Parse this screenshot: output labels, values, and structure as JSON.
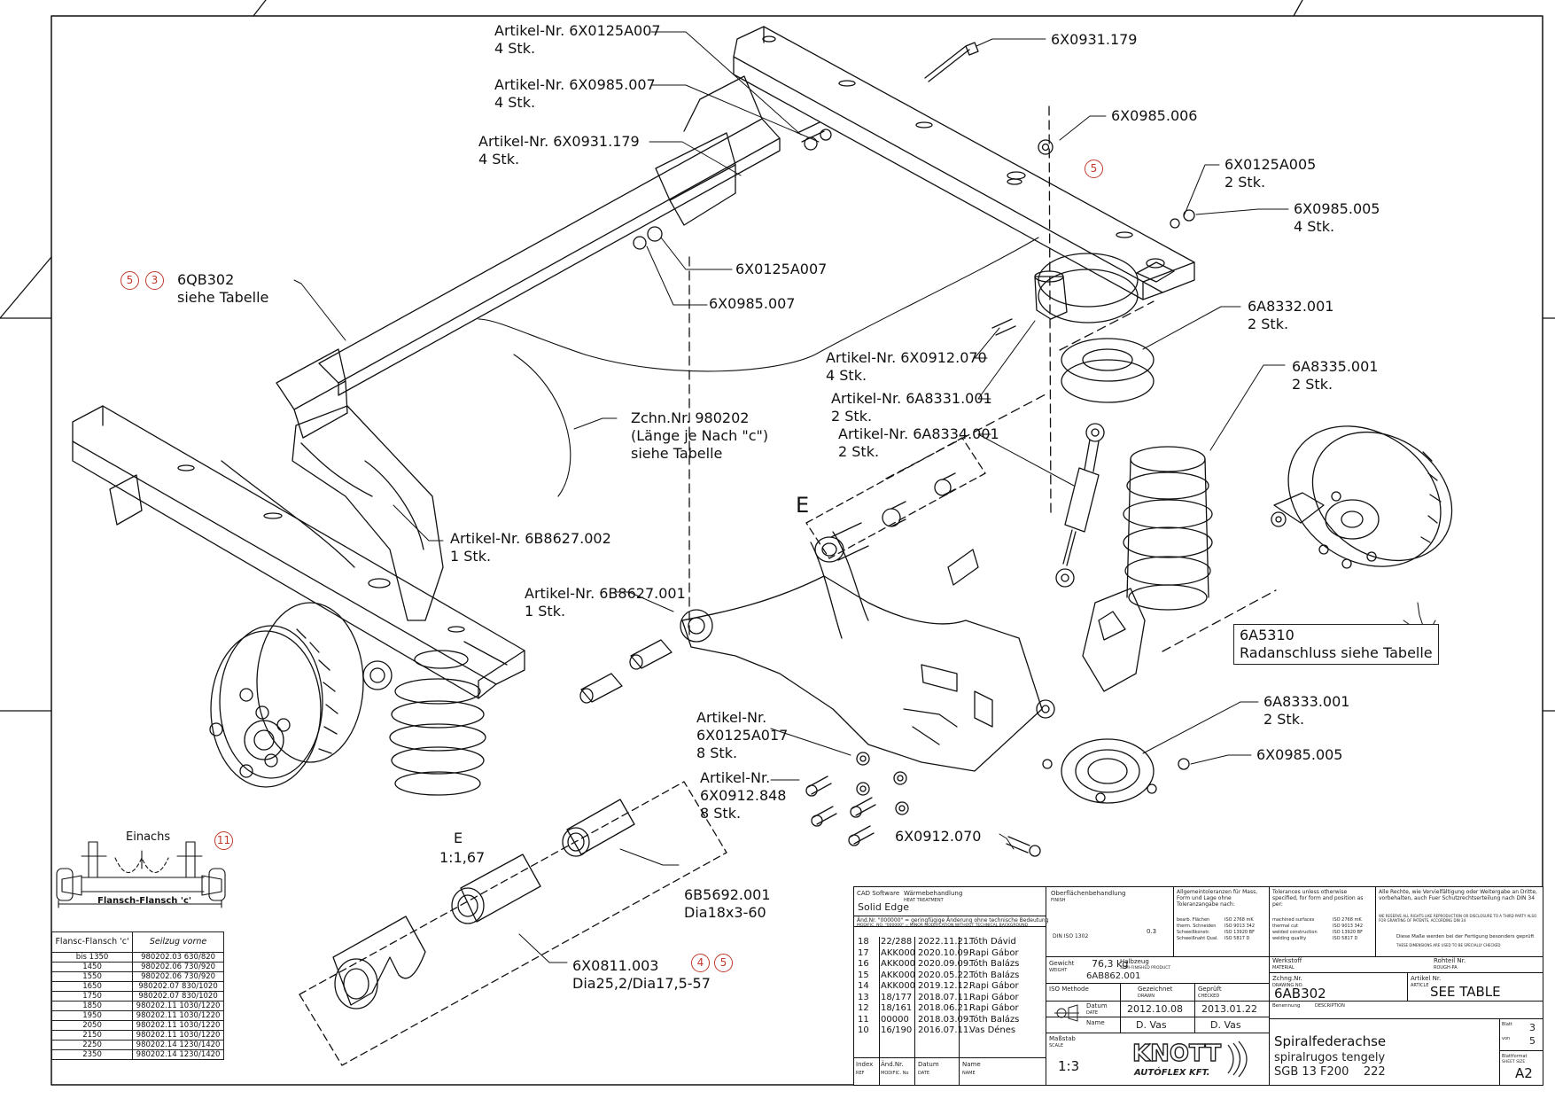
{
  "callouts": {
    "c01": [
      "Artikel-Nr. 6X0125A007",
      "4 Stk."
    ],
    "c02": [
      "Artikel-Nr. 6X0985.007",
      "4 Stk."
    ],
    "c03": [
      "Artikel-Nr. 6X0931.179",
      "4 Stk."
    ],
    "c04": [
      "6X0931.179"
    ],
    "c05": [
      "6X0985.006"
    ],
    "c06": [
      "6X0125A005",
      "2 Stk."
    ],
    "c07": [
      "6X0985.005",
      "4 Stk."
    ],
    "c08": [
      "6X0125A007"
    ],
    "c09": [
      "6X0985.007"
    ],
    "c10": [
      "6QB302",
      "siehe Tabelle"
    ],
    "c11": [
      "6A8332.001",
      "2 Stk."
    ],
    "c12": [
      "Artikel-Nr. 6X0912.070",
      "4 Stk."
    ],
    "c13": [
      "Artikel-Nr. 6A8331.001",
      "2 Stk."
    ],
    "c14": [
      "Artikel-Nr. 6A8334.001",
      "2 Stk."
    ],
    "c15": [
      "6A8335.001",
      "2 Stk."
    ],
    "c16": [
      "Zchn.Nr. 980202",
      "(Länge je Nach \"c\")",
      "siehe Tabelle"
    ],
    "c17": [
      "Artikel-Nr. 6B8627.002",
      "1 Stk."
    ],
    "c18": [
      "Artikel-Nr. 6B8627.001",
      "1 Stk."
    ],
    "c19": [
      "6A5310",
      "Radanschluss siehe Tabelle"
    ],
    "c20": [
      "6A8333.001",
      "2 Stk."
    ],
    "c21": [
      "Artikel-Nr.",
      "6X0125A017",
      "8 Stk."
    ],
    "c22": [
      "Artikel-Nr.",
      "6X0912.848",
      "8 Stk."
    ],
    "c23": [
      "6X0985.005"
    ],
    "c24": [
      "6X0912.070"
    ],
    "c25": [
      "6B5692.001",
      "Dia18x3-60"
    ],
    "c26": [
      "6X0811.003",
      "Dia25,2/Dia17,5-57"
    ]
  },
  "badges": {
    "b1": "5",
    "b2": "5",
    "b3": "3",
    "b4": "11",
    "b5": "4",
    "b6": "5"
  },
  "detail": {
    "e_mark": "E",
    "label": "E",
    "scale": "1:1,67"
  },
  "einachs": {
    "title": "Einachs",
    "flange": "Flansch-Flansch 'c'"
  },
  "cable_table": {
    "headers": [
      "Flansc-Flansch 'c'",
      "Seilzug vorne"
    ],
    "rows": [
      [
        "bis 1350",
        "980202.03 630/820"
      ],
      [
        "1450",
        "980202.06 730/920"
      ],
      [
        "1550",
        "980202.06 730/920"
      ],
      [
        "1650",
        "980202.07 830/1020"
      ],
      [
        "1750",
        "980202.07 830/1020"
      ],
      [
        "1850",
        "980202.11 1030/1220"
      ],
      [
        "1950",
        "980202.11 1030/1220"
      ],
      [
        "2050",
        "980202.11 1030/1220"
      ],
      [
        "2150",
        "980202.11 1030/1220"
      ],
      [
        "2250",
        "980202.14 1230/1420"
      ],
      [
        "2350",
        "980202.14 1230/1420"
      ]
    ]
  },
  "title_block": {
    "cad_label": "CAD Software",
    "cad_value": "Solid Edge",
    "heat_label": "Wärmebehandlung",
    "heat_label_en": "HEAT TREATMENT",
    "surface_label": "Oberflächenbehandlung",
    "surface_label_en": "FINISH",
    "tolerance_note": "Allgemeintoleranzen für Mass, Form und Lage ohne Toleranzangabe nach:",
    "tolerance_note_en": "Tolerances unless otherwise specified, for form and position as per:",
    "tolerance_rows": [
      [
        "bearb. Flächen",
        "ISO 2768 mK",
        "machined surfaces",
        "ISO 2768 mK"
      ],
      [
        "therm. Schneiden",
        "ISO 9013 342",
        "thermal cut",
        "ISO 9013 342"
      ],
      [
        "Schweißkonstr.",
        "ISO 13920 BF",
        "welded construction",
        "ISO 13920 BF"
      ],
      [
        "Schweißnaht Qual.",
        "ISO 5817 D",
        "welding quality",
        "ISO 5817 D"
      ]
    ],
    "rights_text": "Alle Rechte, wie Vervielfältigung oder Weitergabe an Dritte, vorbehalten, auch Fuer Schutzrechtserteilung nach DIN 34",
    "rights_text_en": "WE RESERVE ALL RIGHTS LIKE REPRODUCTION OR DISCLOSURE TO A THIRD PARTY ALSO FOR GRANTING OF PATENTS, ACCORDING DIN 34",
    "measure_note": "Diese Maße werden bei der Fertigung besonders geprüft",
    "measure_note_en": "THESE DIMENSIONS ARE USED TO BE SPECIALLY CHECKED",
    "change_note": "Änd.Nr. \"000000\" = geringfügige Änderung ohne technische Bedeutung",
    "change_note_en": "MODIFIC. NO. \"000000\" = MINOR MODIFICATION WITHOUT TECHNICAL BACKGROUND",
    "din": "DIN ISO 1302",
    "symbol_value": "0.3",
    "revisions": [
      [
        "18",
        "22/288",
        "2022.11.21.",
        "Tóth Dávid"
      ],
      [
        "17",
        "AKK000",
        "2020.10.09.",
        "Rapi Gábor"
      ],
      [
        "16",
        "AKK000",
        "2020.09.09.",
        "Tóth Balázs"
      ],
      [
        "15",
        "AKK000",
        "2020.05.22.",
        "Tóth Balázs"
      ],
      [
        "14",
        "AKK000",
        "2019.12.12.",
        "Rapi Gábor"
      ],
      [
        "13",
        "18/177",
        "2018.07.11.",
        "Rapi Gábor"
      ],
      [
        "12",
        "18/161",
        "2018.06.21.",
        "Rapi Gábor"
      ],
      [
        "11",
        "00000",
        "2018.03.09.",
        "Tóth Balázs"
      ],
      [
        "10",
        "16/190",
        "2016.07.11.",
        "Vas Dénes"
      ]
    ],
    "rev_header": [
      "Index",
      "Änd.Nr.",
      "Datum",
      "Name"
    ],
    "rev_header_en": [
      "REF",
      "MODIFIC. No",
      "DATE",
      "NAME"
    ],
    "weight_label": "Gewicht",
    "weight_label_en": "WEIGHT",
    "weight_value": "76,3 kg",
    "assembly_label": "Halbzeug",
    "assembly_label_en": "SEMI-FINISHED PRODUCT",
    "assembly_value": "6AB862.001",
    "method_label": "ISO Methode",
    "drawn_label": "Gezeichnet",
    "drawn_label_en": "DRAWN",
    "checked_label": "Geprüft",
    "checked_label_en": "CHECKED",
    "date_label": "Datum",
    "date_label_en": "DATE",
    "name_label": "Name",
    "drawn_date": "2012.10.08",
    "checked_date": "2013.01.22",
    "drawn_name": "D. Vas",
    "checked_name": "D. Vas",
    "scale_label": "Maßstab",
    "scale_label_en": "SCALE",
    "scale_value": "1:3",
    "material_label": "Werkstoff",
    "material_label_en": "MATERIAL",
    "rohteil_label": "Rohteil Nr.",
    "rohteil_label_en": "ROUGH-PA",
    "drawing_no_label": "Zchng.Nr.",
    "drawing_no_label_en": "DRAWING NO.",
    "drawing_no": "6AB302",
    "article_label": "Artikel Nr.",
    "article_label_en": "ARTICLE",
    "article_value": "SEE TABLE",
    "designation_label": "Benennung",
    "designation_label_en": "DESCRIPTION",
    "designation_1": "Spiralfederachse",
    "designation_2": "spiralrugos tengely",
    "designation_3": "SGB 13 F200    222",
    "logo_text": "KNOTT",
    "logo_sub": "AUTÓFLEX KFT.",
    "sheet_label": "Blatt",
    "sheet_value": "3",
    "of_label": "von",
    "of_value": "5",
    "format_label": "Blattformat",
    "format_label_en": "SHEET SIZE",
    "format_value": "A2"
  }
}
